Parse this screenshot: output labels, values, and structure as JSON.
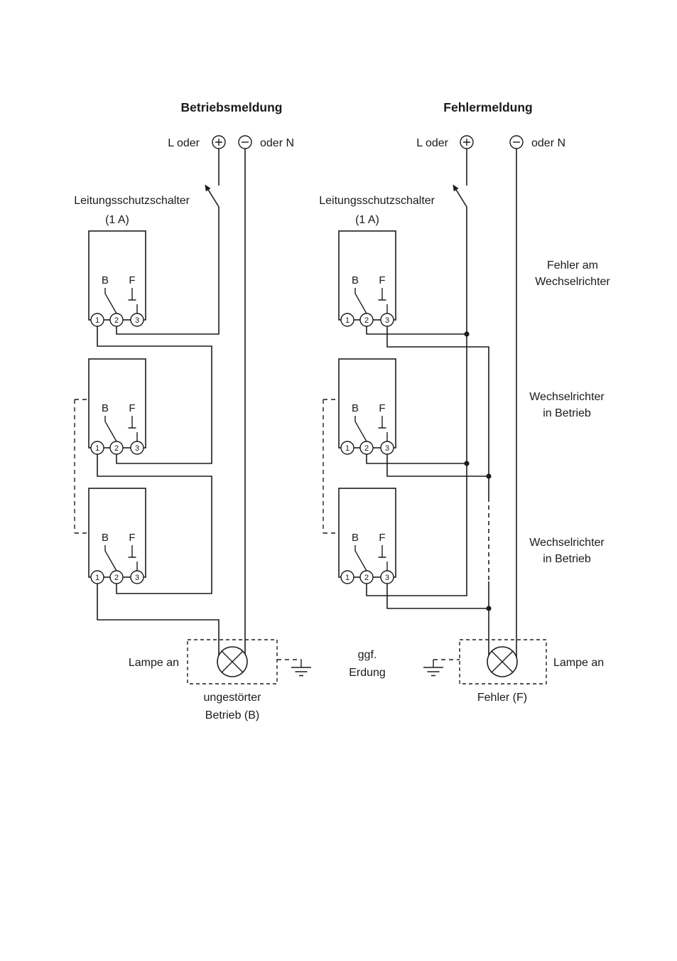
{
  "page": {
    "background": "#ffffff",
    "line_color": "#1c1c1c",
    "text_color": "#1a1a1a"
  },
  "icons": {
    "plus_terminal": "circled-plus",
    "minus_terminal": "circled-minus",
    "breaker_switch": "breaker-switch-arrow",
    "ground": "earth-ground",
    "lamp": "indicator-lamp-crossed-circle"
  },
  "relay_template": {
    "b_label": "B",
    "f_label": "F",
    "terminals": [
      "1",
      "2",
      "3"
    ]
  },
  "columns": {
    "left": {
      "title": "Betriebsmeldung",
      "supply": {
        "l_label": "L oder",
        "n_label": "oder N"
      },
      "breaker": {
        "label": "Leitungsschutzschalter",
        "rating": "(1 A)"
      },
      "lamp": {
        "label": "Lampe an",
        "caption_line1": "ungestörter",
        "caption_line2": "Betrieb (B)"
      }
    },
    "right": {
      "title": "Fehlermeldung",
      "supply": {
        "l_label": "L oder",
        "n_label": "oder N"
      },
      "breaker": {
        "label": "Leitungsschutzschalter",
        "rating": "(1 A)"
      },
      "annotations": {
        "inverter1_line1": "Fehler am",
        "inverter1_line2": "Wechselrichter",
        "inverter2_line1": "Wechselrichter",
        "inverter2_line2": "in Betrieb",
        "inverter3_line1": "Wechselrichter",
        "inverter3_line2": "in Betrieb"
      },
      "ground": {
        "label_line1": "ggf.",
        "label_line2": "Erdung"
      },
      "lamp": {
        "label": "Lampe an",
        "caption": "Fehler (F)"
      }
    }
  }
}
